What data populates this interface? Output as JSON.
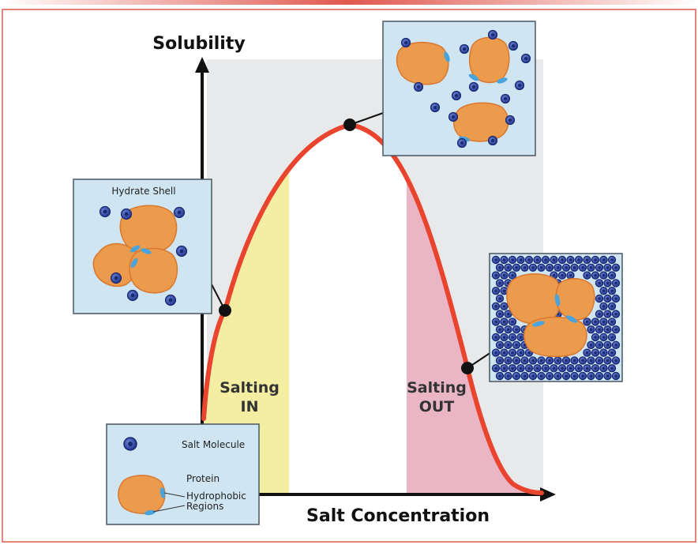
{
  "y_axis_label": "Solubility",
  "x_axis_label": "Salt Concentration",
  "region_in": {
    "line1": "Salting",
    "line2": "IN"
  },
  "region_out": {
    "line1": "Salting",
    "line2": "OUT"
  },
  "panel_hydrate": {
    "title": "Hydrate Shell"
  },
  "legend": {
    "salt": "Salt Molecule",
    "protein": "Protein",
    "hydrophobic_line1": "Hydrophobic",
    "hydrophobic_line2": "Regions"
  },
  "colors": {
    "frame": "#e0584f",
    "curve": "#e8442e",
    "salting_in_fill": "#f3eea2",
    "salting_out_fill": "#eab6c6",
    "background_gray": "#e8e9ea",
    "panel_bg": "#cfe6f2",
    "protein": "#ec9a4c",
    "salt_molecule": "#2a3f9e",
    "hydrophobic": "#4aa4db"
  }
}
